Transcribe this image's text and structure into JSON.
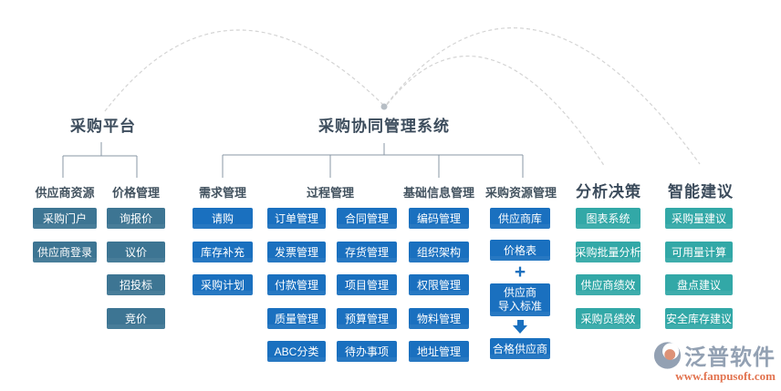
{
  "titles": {
    "platform": "采购平台",
    "system": "采购协同管理系统",
    "analysis": "分析决策",
    "suggestion": "智能建议"
  },
  "platform": {
    "columns": [
      {
        "header": "供应商资源",
        "items": [
          "采购门户",
          "供应商登录"
        ]
      },
      {
        "header": "价格管理",
        "items": [
          "询报价",
          "议价",
          "招投标",
          "竞价"
        ]
      }
    ]
  },
  "system": {
    "demand": {
      "header": "需求管理",
      "items": [
        "请购",
        "库存补充",
        "采购计划"
      ]
    },
    "process": {
      "header": "过程管理",
      "col1": [
        "订单管理",
        "发票管理",
        "付款管理",
        "质量管理",
        "ABC分类"
      ],
      "col2": [
        "合同管理",
        "存货管理",
        "项目管理",
        "预算管理",
        "待办事项"
      ]
    },
    "basic": {
      "header": "基础信息管理",
      "items": [
        "编码管理",
        "组织架构",
        "权限管理",
        "物料管理",
        "地址管理"
      ]
    },
    "resource": {
      "header": "采购资源管理",
      "item1": "供应商库",
      "item2": "价格表",
      "plus": "+",
      "import_line1": "供应商",
      "import_line2": "导入标准",
      "result": "合格供应商"
    }
  },
  "analysis": {
    "items": [
      "图表系统",
      "采购批量分析",
      "供应商绩效",
      "采购员绩效"
    ]
  },
  "suggestion": {
    "items": [
      "采购量建议",
      "可用量计算",
      "盘点建议",
      "安全库存建议"
    ]
  },
  "logo": {
    "name": "泛普软件",
    "url": "www.fanpusoft.com"
  },
  "colors": {
    "steel_blue": "#3d7593",
    "bright_blue": "#1a70bf",
    "teal": "#32a8a7",
    "title_text": "#3c4c5c",
    "tree_line": "#8897a5",
    "arc_dashed": "#d4d4d4",
    "logo_gray": "#93a1b3",
    "logo_salmon": "#e2734f"
  }
}
